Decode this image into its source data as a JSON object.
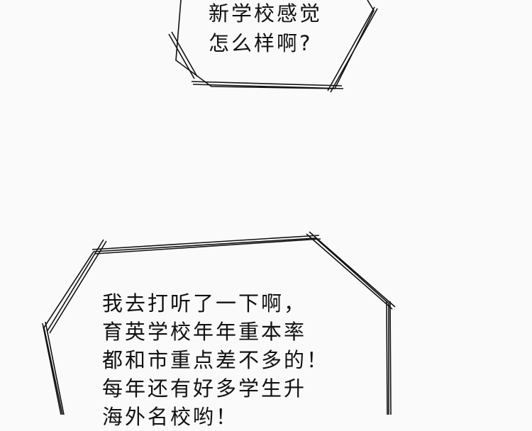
{
  "bubble_top": {
    "lines": [
      "新学校感觉",
      "怎么样啊?"
    ]
  },
  "bubble_bottom": {
    "lines": [
      "我去打听了一下啊，",
      "育英学校年年重本率",
      "都和市重点差不多的！",
      "每年还有好多学生升",
      "海外名校哟！"
    ]
  }
}
